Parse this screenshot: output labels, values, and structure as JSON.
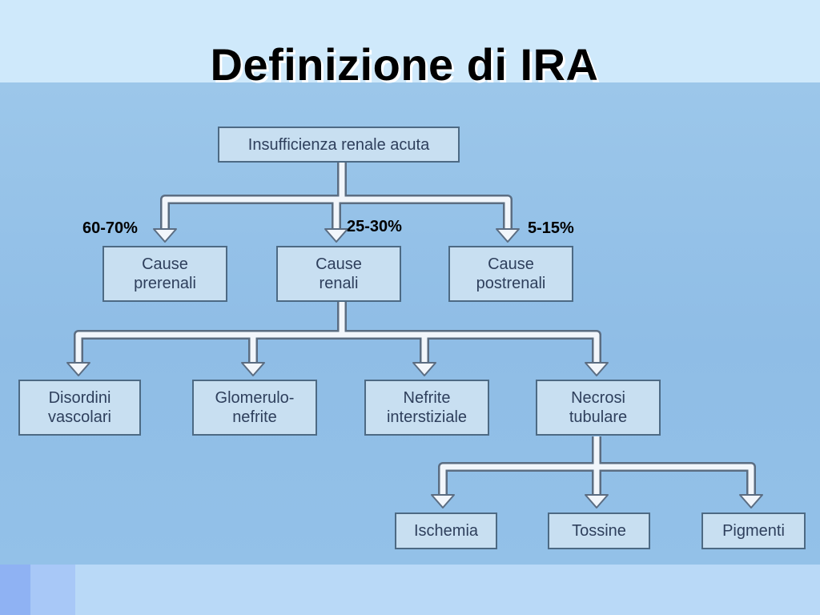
{
  "slide": {
    "title": "Definizione di IRA"
  },
  "diagram": {
    "root": "Insufficienza renale acuta",
    "level1": [
      {
        "label": "Cause\nprerenali",
        "percent": "60-70%"
      },
      {
        "label": "Cause\nrenali",
        "percent": "25-30%"
      },
      {
        "label": "Cause\npostrenali",
        "percent": "5-15%"
      }
    ],
    "level2": [
      "Disordini\nvascolari",
      "Glomerulo-\nnefrite",
      "Nefrite\ninterstiziale",
      "Necrosi\ntubulare"
    ],
    "level3": [
      "Ischemia",
      "Tossine",
      "Pigmenti"
    ]
  },
  "colors": {
    "box_fill": "#c8dff1",
    "box_border": "#4d6a84",
    "box_text": "#2e3f5c",
    "panel": "#93c1e8",
    "background": "#cfe9fb"
  }
}
